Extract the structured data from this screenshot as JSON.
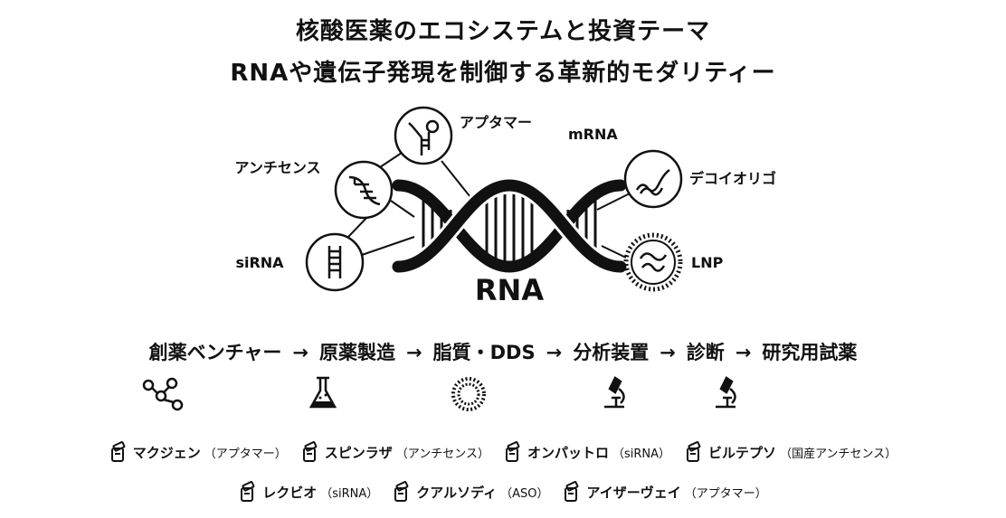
{
  "header": {
    "title": "核酸医薬のエコシステムと投資テーマ",
    "subtitle": "RNAや遺伝子発現を制御する革新的モダリティー"
  },
  "diagram": {
    "center_label": "RNA",
    "modalities": {
      "aptamer": "アプタマー",
      "mrna": "mRNA",
      "antisense": "アンチセンス",
      "decoy": "デコイオリゴ",
      "sirna": "siRNA",
      "lnp": "LNP"
    }
  },
  "value_chain": {
    "steps": [
      "創薬ベンチャー",
      "原薬製造",
      "脂質・DDS",
      "分析装置",
      "診断",
      "研究用試薬"
    ],
    "arrow": "→",
    "step_icons": [
      "network-icon",
      "flask-icon",
      "lipid-ring-icon",
      "microscope-icon",
      "microscope-icon",
      "none"
    ]
  },
  "drugs": {
    "row1": [
      {
        "name": "マクジェン",
        "type": "（アプタマー）"
      },
      {
        "name": "スピンラザ",
        "type": "（アンチセンス）"
      },
      {
        "name": "オンパットロ",
        "type": "（siRNA）"
      },
      {
        "name": "ビルテプソ",
        "type": "（国産アンチセンス）"
      }
    ],
    "row2": [
      {
        "name": "レクビオ",
        "type": "（siRNA）"
      },
      {
        "name": "クアルソディ",
        "type": "（ASO）"
      },
      {
        "name": "アイザーヴェイ",
        "type": "（アプタマー）"
      }
    ],
    "icon": "medicine-bottle-icon"
  }
}
